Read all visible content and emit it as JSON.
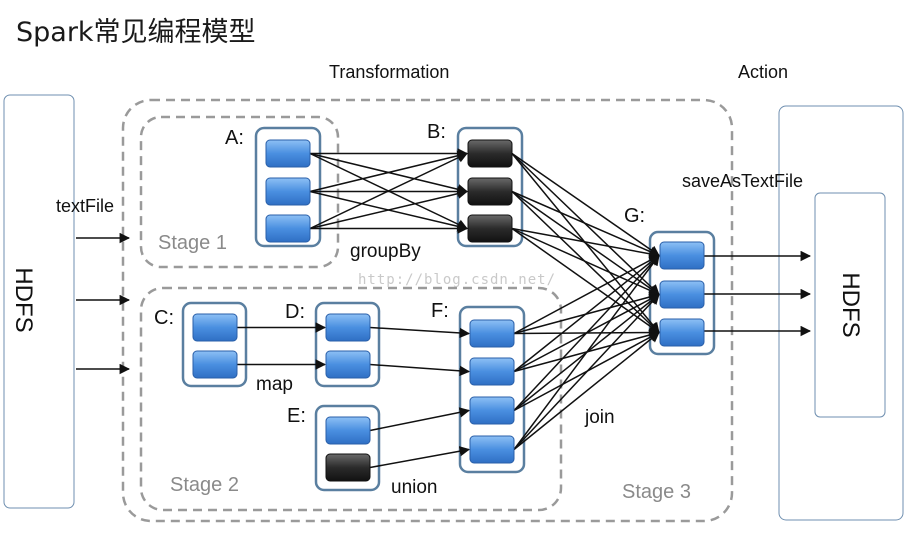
{
  "title": "Spark常见编程模型",
  "headers": {
    "transformation": "Transformation",
    "action": "Action"
  },
  "storage": {
    "left": "HDFS",
    "right": "HDFS"
  },
  "functions": {
    "text_file": "textFile",
    "save_as_text_file": "saveAsTextFile"
  },
  "stages": {
    "stage1": "Stage 1",
    "stage2": "Stage 2",
    "stage3": "Stage 3"
  },
  "nodes": {
    "a": {
      "label": "A:",
      "partitions": [
        "blue",
        "blue",
        "blue"
      ]
    },
    "b": {
      "label": "B:",
      "partitions": [
        "black",
        "black",
        "black"
      ]
    },
    "c": {
      "label": "C:",
      "partitions": [
        "blue",
        "blue"
      ]
    },
    "d": {
      "label": "D:",
      "partitions": [
        "blue",
        "blue"
      ]
    },
    "e": {
      "label": "E:",
      "partitions": [
        "blue",
        "black"
      ]
    },
    "f": {
      "label": "F:",
      "partitions": [
        "blue",
        "blue",
        "blue",
        "blue"
      ]
    },
    "g": {
      "label": "G:",
      "partitions": [
        "blue",
        "blue",
        "blue"
      ]
    }
  },
  "operations": {
    "group_by": "groupBy",
    "map": "map",
    "union": "union",
    "join": "join"
  },
  "watermark": "http://blog.csdn.net/",
  "colors": {
    "partition_blue": "#4a8fe0",
    "partition_black": "#2b2b2b",
    "rdd_border": "#5a7fa0",
    "stage_border": "#9a9a9a",
    "edge": "#111111"
  }
}
